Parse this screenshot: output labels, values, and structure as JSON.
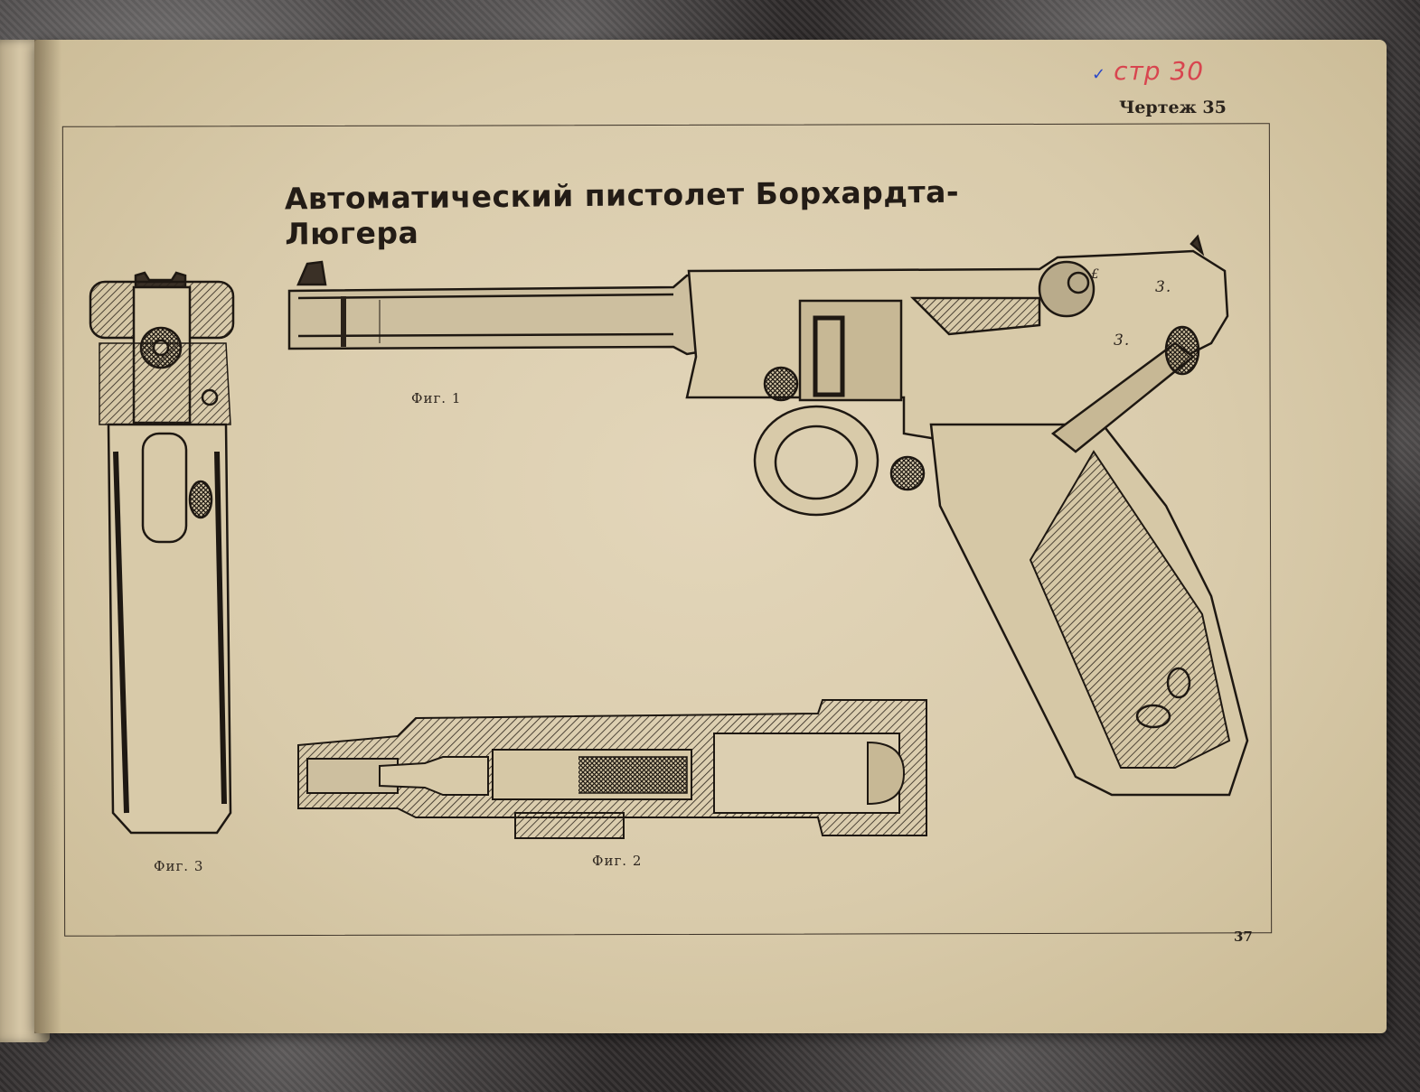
{
  "handwritten_note": {
    "check_mark": "✓",
    "text": "стр 30"
  },
  "sheet_label": "Чертеж 35",
  "title": "Автоматический пистолет Борхардта-Люгера",
  "figures": [
    {
      "id": "fig1",
      "caption": "Фиг. 1"
    },
    {
      "id": "fig2",
      "caption": "Фиг. 2"
    },
    {
      "id": "fig3",
      "caption": "Фиг. 3"
    }
  ],
  "part_labels": [
    "3.",
    "3.",
    "£"
  ],
  "page_number": "37",
  "colors": {
    "paper": "#dccfb1",
    "ink": "#231c16",
    "handwriting": "#d8454f"
  }
}
